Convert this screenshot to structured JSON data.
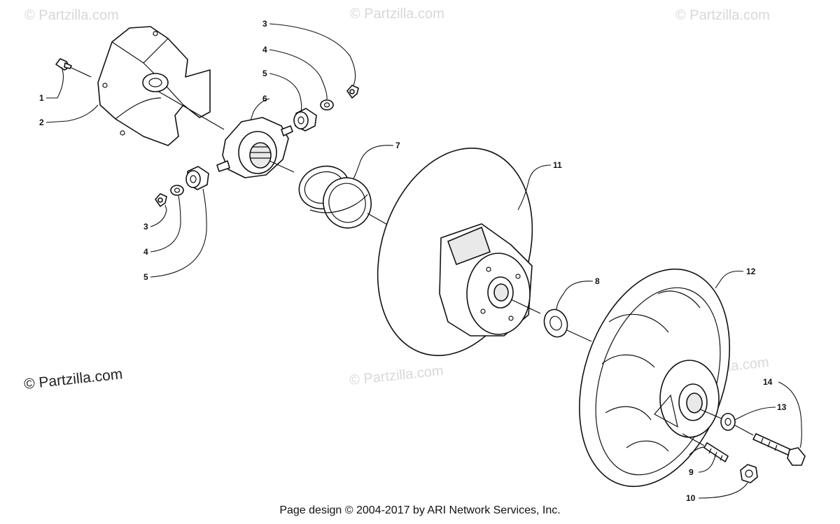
{
  "watermarks": {
    "main": "© Partzilla.com",
    "faint": "© Partzilla.com"
  },
  "footer": "Page design © 2004-2017 by ARI Network Services, Inc.",
  "callouts": {
    "c1": "1",
    "c2": "2",
    "c3a": "3",
    "c4a": "4",
    "c5a": "5",
    "c6": "6",
    "c7": "7",
    "c3b": "3",
    "c4b": "4",
    "c5b": "5",
    "c11": "11",
    "c8": "8",
    "c12": "12",
    "c14": "14",
    "c13": "13",
    "c9": "9",
    "c10": "10"
  }
}
